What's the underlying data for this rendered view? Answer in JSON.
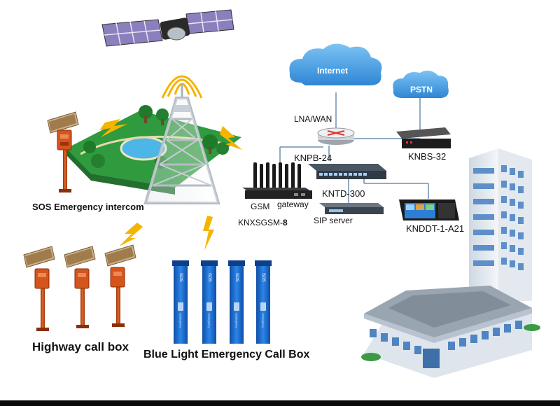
{
  "clouds": {
    "internet": "Internet",
    "pstn": "PSTN"
  },
  "labels": {
    "lna_wan": "LNA/WAN",
    "knpb": "KNPB-24",
    "knbs": "KNBS-32",
    "kntd": "KNTD-300",
    "gsm": "GSM",
    "gateway": "gateway",
    "knxsgsm_prefix": "KNXSGSM-",
    "knxsgsm_num": "8",
    "sip_server": "SIP server",
    "knddt": "KNDDT-1-A21",
    "sos_intercom": "SOS Emergency intercom",
    "highway": "Highway call box",
    "blue_light": "Blue Light Emergency Call Box"
  },
  "call_box": {
    "vertical_text": "SOS",
    "small_text": "Emergency"
  },
  "colors": {
    "cloud": "#4a9fe0",
    "pole_orange": "#d4541c",
    "pole_dark": "#b8420f",
    "blue_box": "#1f6fd0",
    "bolt": "#f4b400",
    "park_green": "#2f9a3e",
    "building_blue": "#5d8fc9"
  }
}
